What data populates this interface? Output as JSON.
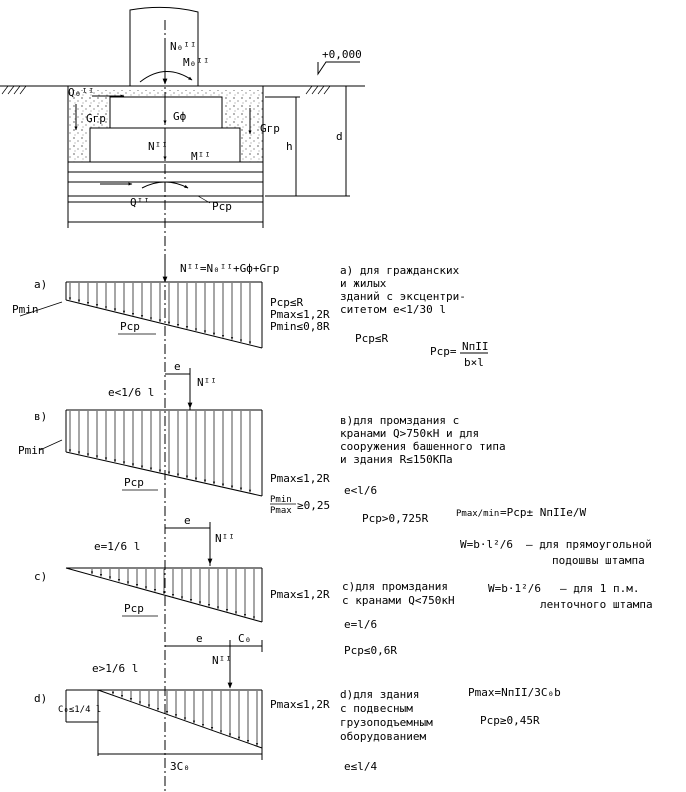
{
  "top": {
    "level": "+0,000",
    "n_load": "N₀ᴵᴵ",
    "m_load": "M₀ᴵᴵ",
    "q_load": "Q₀ᴵᴵ",
    "g_f": "Gф",
    "g_gr_left": "Gгр",
    "g_gr_right": "Gгр",
    "n_base": "Nᴵᴵ",
    "m_base": "Mᴵᴵ",
    "q_base": "Qᴵᴵ",
    "p_cp": "Pcp",
    "dim_h": "h",
    "dim_d": "d"
  },
  "formula_total": "Nᴵᴵ=N₀ᴵᴵ+Gф+Gгр",
  "case_a": {
    "tag": "а)",
    "desc": [
      "а) для гражданских",
      "и жилых",
      "зданий с эксцентри-",
      "ситетом e<1/30 l"
    ],
    "limits": [
      "Pcp≤R",
      "Pmax≤1,2R",
      "Pmin≤0,8R"
    ],
    "pmin": "Pmin",
    "pcp": "Pcp",
    "cond": "Pcp≤R",
    "formula": "Pcp=",
    "formula_num": "NпII",
    "formula_den": "b×l"
  },
  "case_b": {
    "tag": "в)",
    "e_label": "e",
    "ecc": "e<1/6 l",
    "n_label": "Nᴵᴵ",
    "desc": [
      "в)для промздания с",
      "кранами Q>750кН и для",
      "сооружения башенного типа",
      "и здания R≤150КПа"
    ],
    "pmin": "Pmin",
    "pcp": "Pcp",
    "pmax": "Pmax≤1,2R",
    "ratio_top": "Pmin",
    "ratio_bot": "Pmax",
    "ratio_val": "≥0,25",
    "cond_e": "e<l/6",
    "cond_p": "Pcp>0,725R",
    "pmaxmin_lhs": "Pmax/min",
    "pmaxmin_rhs": "=Pcp± NпIIe/W",
    "w1_lhs": "W=b·l²/6",
    "w1_desc_1": "– для прямоугольной",
    "w1_desc_2": "подошвы штампа"
  },
  "case_c": {
    "tag": "с)",
    "e_label": "e",
    "ecc": "e=1/6 l",
    "n_label": "Nᴵᴵ",
    "pcp": "Pcp",
    "pmax": "Pmax≤1,2R",
    "desc": [
      "с)для промздания",
      "с кранами Q<750кН"
    ],
    "w2_lhs": "W=b·1²/6",
    "w2_desc_1": "– для 1 п.м.",
    "w2_desc_2": "ленточного штампа",
    "cond_e": "e=l/6",
    "cond_p": "Pcp≤0,6R"
  },
  "case_d": {
    "tag": "d)",
    "e_label": "e",
    "c0": "C₀",
    "ecc": "e>1/6 l",
    "n_label": "Nᴵᴵ",
    "c0_dim": "C₀≤1/4 l",
    "pmax": "Pmax≤1,2R",
    "dim_3c0": "3C₀",
    "desc": [
      "d)для здания",
      "с подвесным",
      "грузоподъемным",
      "оборудованием"
    ],
    "pmax_formula": "Pmax=NпII/3C₀b",
    "cond_p": "Pcp≥0,45R",
    "cond_e": "e≤l/4"
  }
}
